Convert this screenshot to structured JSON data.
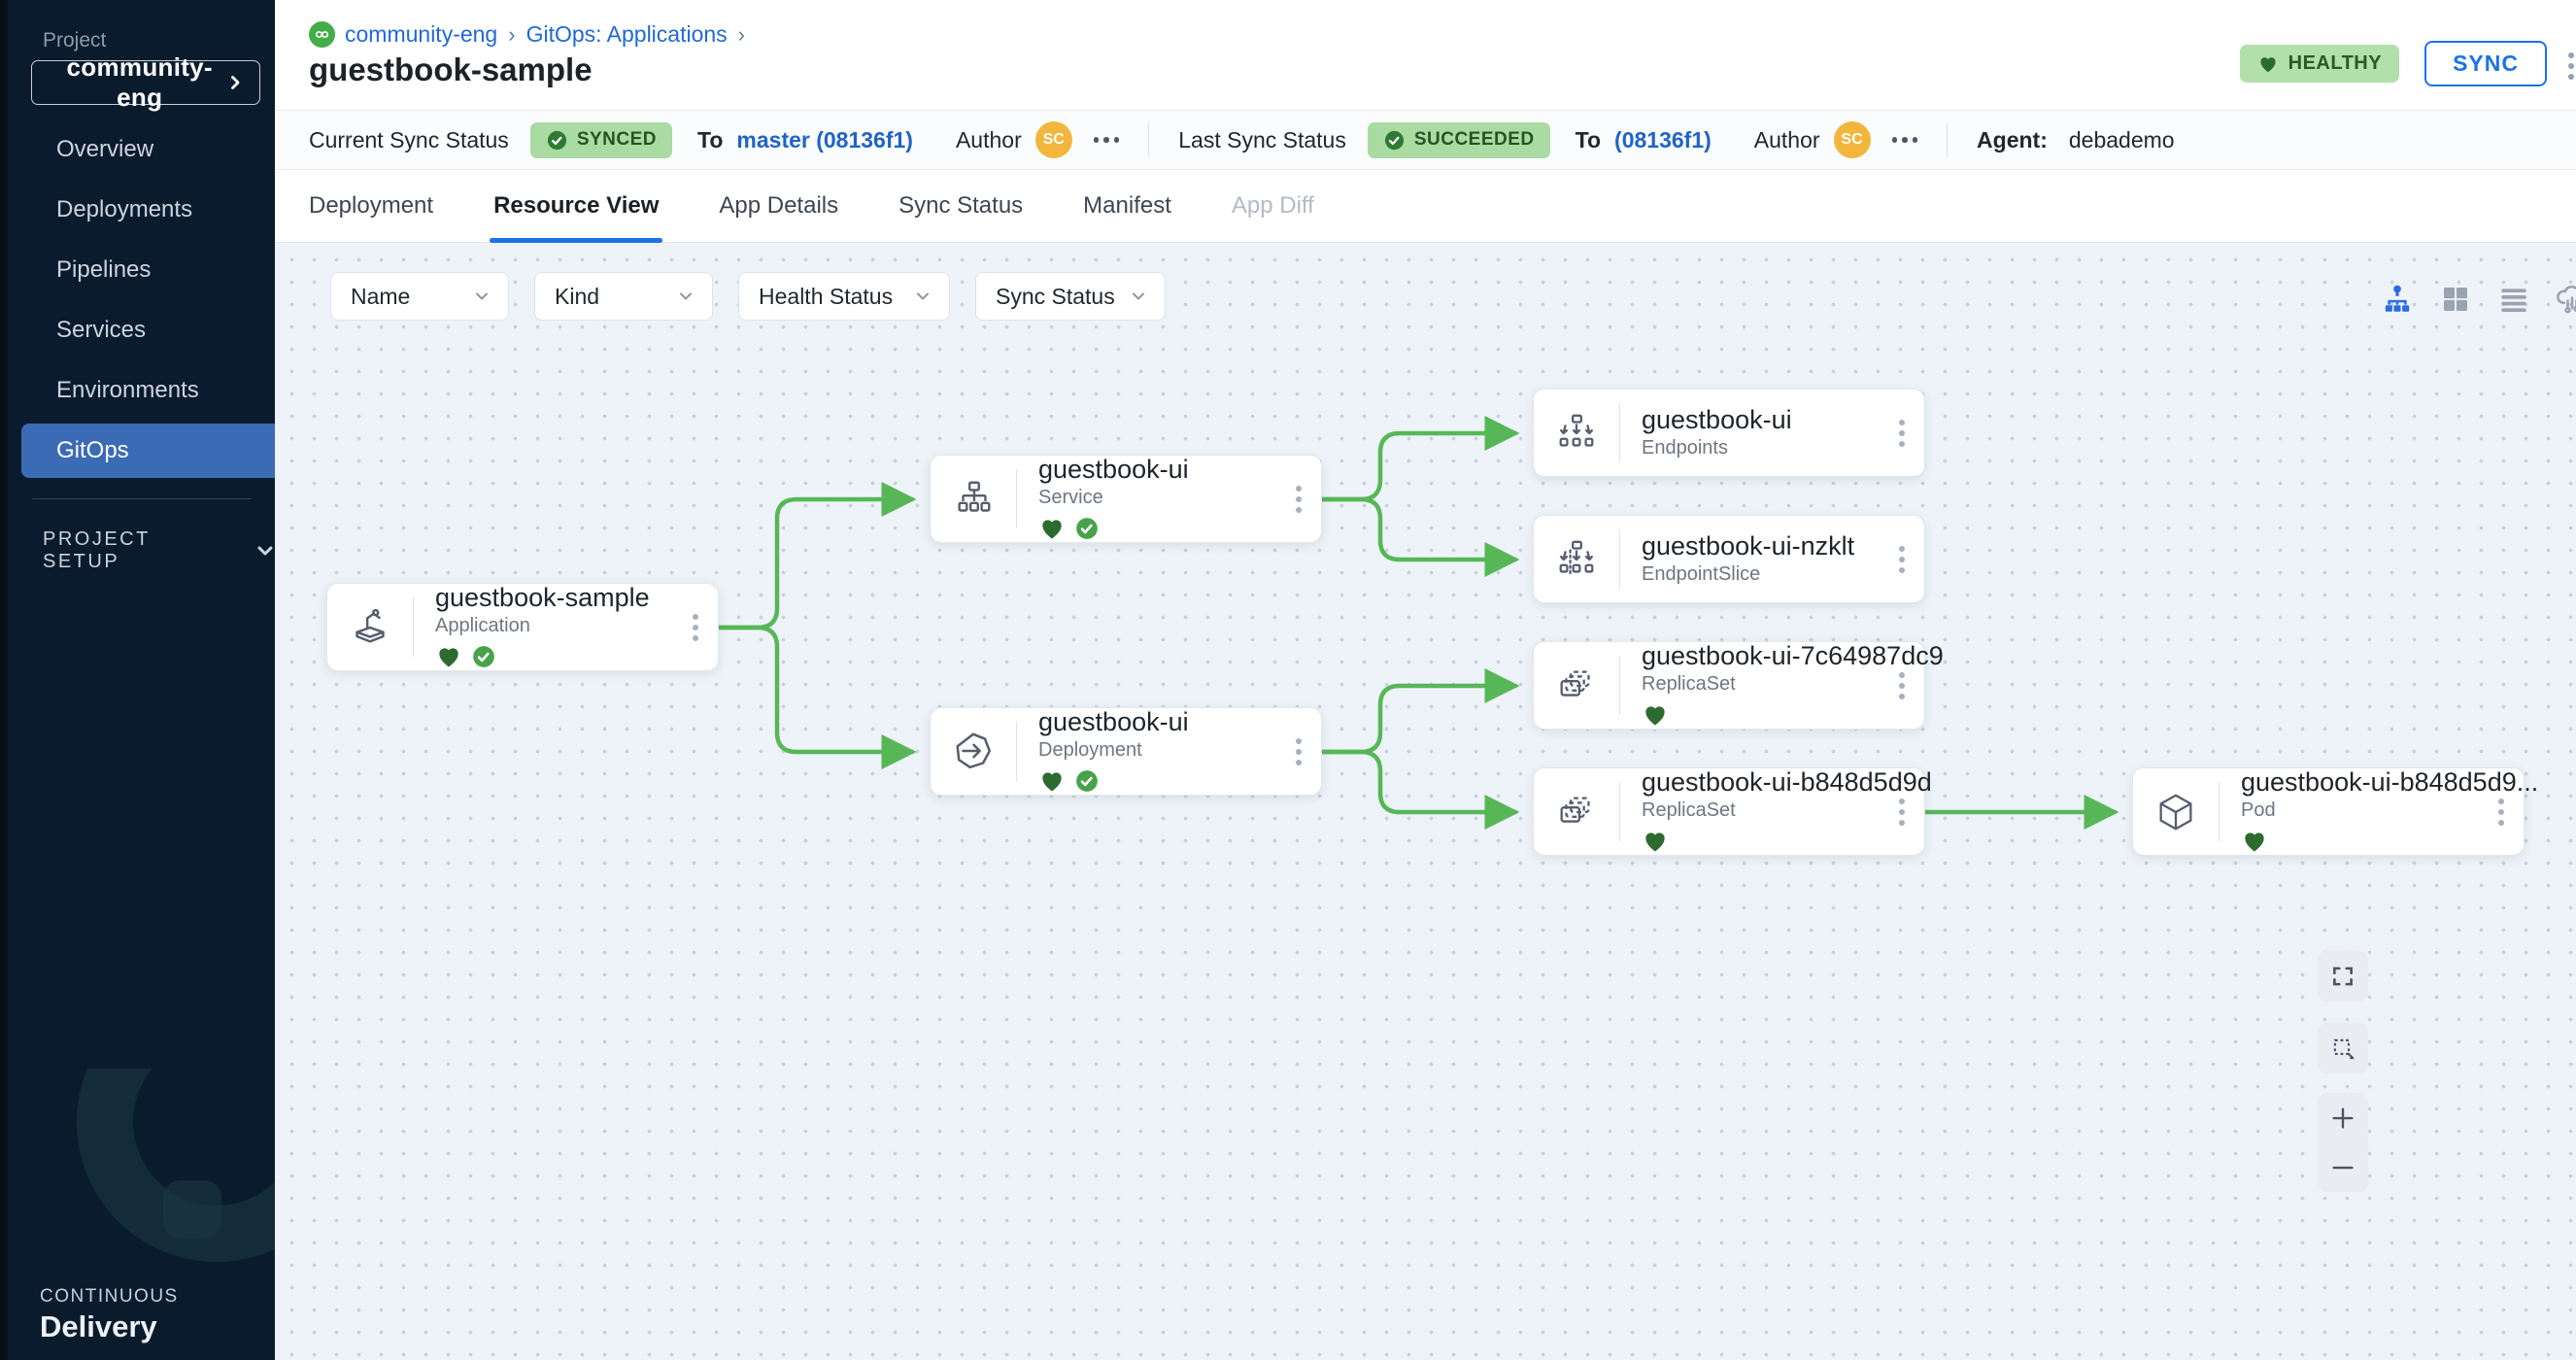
{
  "sidebar": {
    "project_label": "Project",
    "project_name": "community-eng",
    "items": [
      {
        "label": "Overview"
      },
      {
        "label": "Deployments"
      },
      {
        "label": "Pipelines"
      },
      {
        "label": "Services"
      },
      {
        "label": "Environments"
      },
      {
        "label": "GitOps",
        "active": true
      }
    ],
    "project_setup_label": "PROJECT SETUP",
    "brand_top": "CONTINUOUS",
    "brand_bottom": "Delivery"
  },
  "header": {
    "breadcrumb": {
      "project": "community-eng",
      "section": "GitOps: Applications",
      "sep": "›"
    },
    "title": "guestbook-sample",
    "health_badge": "HEALTHY",
    "sync_button": "SYNC"
  },
  "status_bar": {
    "current_label": "Current Sync Status",
    "current_value": "SYNCED",
    "current_to_label": "To",
    "current_target": "master (08136f1)",
    "author_label": "Author",
    "author_initials": "SC",
    "last_label": "Last Sync Status",
    "last_value": "SUCCEEDED",
    "last_to_label": "To",
    "last_target": "(08136f1)",
    "agent_label": "Agent:",
    "agent_value": "debademo"
  },
  "tabs": [
    {
      "label": "Deployment"
    },
    {
      "label": "Resource View",
      "active": true
    },
    {
      "label": "App Details"
    },
    {
      "label": "Sync Status"
    },
    {
      "label": "Manifest"
    },
    {
      "label": "App Diff",
      "disabled": true
    }
  ],
  "filters": [
    {
      "label": "Name"
    },
    {
      "label": "Kind"
    },
    {
      "label": "Health Status"
    },
    {
      "label": "Sync Status"
    }
  ],
  "graph": {
    "nodes": [
      {
        "title": "guestbook-sample",
        "kind": "Application",
        "healthy": true,
        "synced": true
      },
      {
        "title": "guestbook-ui",
        "kind": "Service",
        "healthy": true,
        "synced": true
      },
      {
        "title": "guestbook-ui",
        "kind": "Deployment",
        "healthy": true,
        "synced": true
      },
      {
        "title": "guestbook-ui",
        "kind": "Endpoints"
      },
      {
        "title": "guestbook-ui-nzklt",
        "kind": "EndpointSlice"
      },
      {
        "title": "guestbook-ui-7c64987dc9",
        "kind": "ReplicaSet",
        "healthy": true
      },
      {
        "title": "guestbook-ui-b848d5d9d",
        "kind": "ReplicaSet",
        "healthy": true
      },
      {
        "title": "guestbook-ui-b848d5d9...",
        "kind": "Pod",
        "healthy": true
      }
    ]
  },
  "colors": {
    "accent_blue": "#1a72e8",
    "edge_green": "#57b757",
    "healthy_badge_bg": "#b2e0aa",
    "sidebar_navy": "#0b1b2e",
    "avatar_orange": "#f2b63d",
    "heart_green": "#2c6b2f",
    "check_green": "#46a34a"
  }
}
